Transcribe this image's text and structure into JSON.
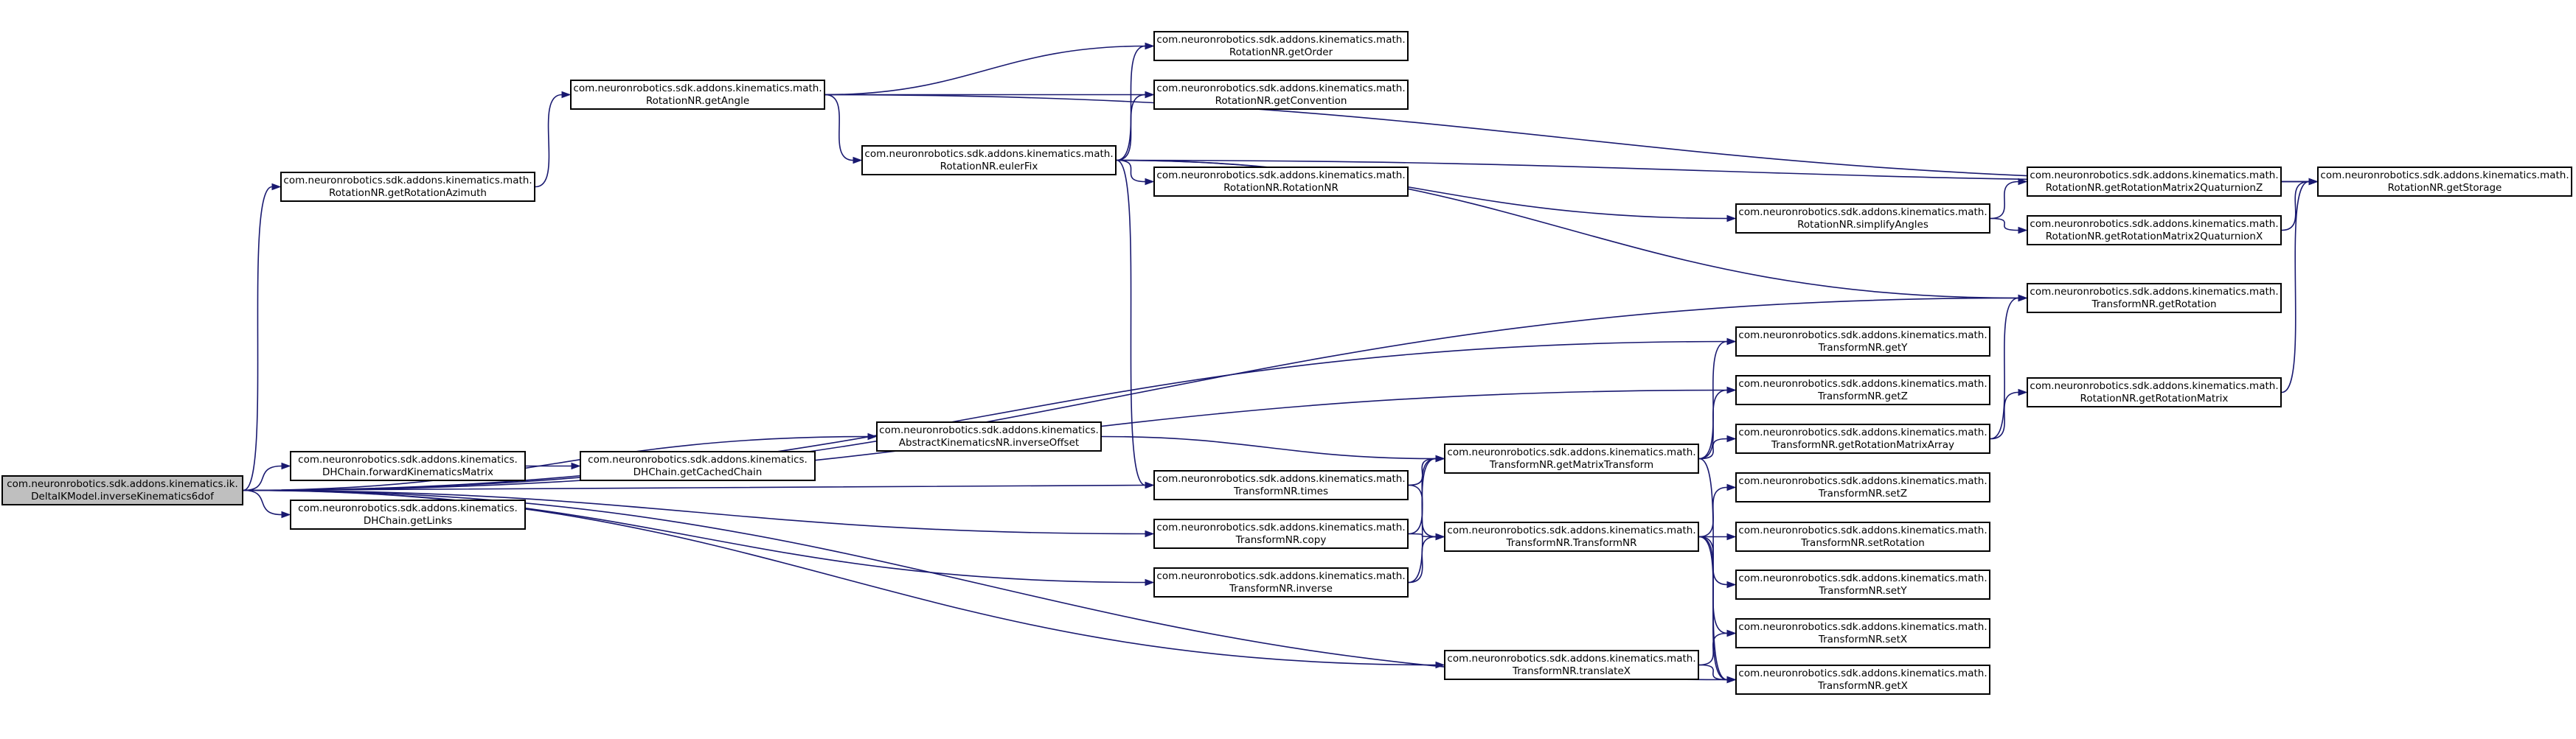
{
  "graph": {
    "edge_color": "#191970",
    "root_fill": "#bfbfbf",
    "node_fill": "#ffffff",
    "nodes": {
      "root": [
        "com.neuronrobotics.sdk.addons.kinematics.ik.",
        "DeltaIKModel.inverseKinematics6dof"
      ],
      "getRotationAzimuth": [
        "com.neuronrobotics.sdk.addons.kinematics.math.",
        "RotationNR.getRotationAzimuth"
      ],
      "getAngle": [
        "com.neuronrobotics.sdk.addons.kinematics.math.",
        "RotationNR.getAngle"
      ],
      "getOrder": [
        "com.neuronrobotics.sdk.addons.kinematics.math.",
        "RotationNR.getOrder"
      ],
      "getConvention": [
        "com.neuronrobotics.sdk.addons.kinematics.math.",
        "RotationNR.getConvention"
      ],
      "eulerFix": [
        "com.neuronrobotics.sdk.addons.kinematics.math.",
        "RotationNR.eulerFix"
      ],
      "rotationNR": [
        "com.neuronrobotics.sdk.addons.kinematics.math.",
        "RotationNR.RotationNR"
      ],
      "simplifyAngles": [
        "com.neuronrobotics.sdk.addons.kinematics.math.",
        "RotationNR.simplifyAngles"
      ],
      "quatZ": [
        "com.neuronrobotics.sdk.addons.kinematics.math.",
        "RotationNR.getRotationMatrix2QuaturnionZ"
      ],
      "quatX": [
        "com.neuronrobotics.sdk.addons.kinematics.math.",
        "RotationNR.getRotationMatrix2QuaturnionX"
      ],
      "getStorage": [
        "com.neuronrobotics.sdk.addons.kinematics.math.",
        "RotationNR.getStorage"
      ],
      "getRotation": [
        "com.neuronrobotics.sdk.addons.kinematics.math.",
        "TransformNR.getRotation"
      ],
      "getY": [
        "com.neuronrobotics.sdk.addons.kinematics.math.",
        "TransformNR.getY"
      ],
      "getZ": [
        "com.neuronrobotics.sdk.addons.kinematics.math.",
        "TransformNR.getZ"
      ],
      "inverseOffset": [
        "com.neuronrobotics.sdk.addons.kinematics.",
        "AbstractKinematicsNR.inverseOffset"
      ],
      "forwardKinematicsMatrix": [
        "com.neuronrobotics.sdk.addons.kinematics.",
        "DHChain.forwardKinematicsMatrix"
      ],
      "getCachedChain": [
        "com.neuronrobotics.sdk.addons.kinematics.",
        "DHChain.getCachedChain"
      ],
      "getLinks": [
        "com.neuronrobotics.sdk.addons.kinematics.",
        "DHChain.getLinks"
      ],
      "getMatrixTransform": [
        "com.neuronrobotics.sdk.addons.kinematics.math.",
        "TransformNR.getMatrixTransform"
      ],
      "getRotationMatrixArray": [
        "com.neuronrobotics.sdk.addons.kinematics.math.",
        "TransformNR.getRotationMatrixArray"
      ],
      "getRotationMatrix": [
        "com.neuronrobotics.sdk.addons.kinematics.math.",
        "RotationNR.getRotationMatrix"
      ],
      "times": [
        "com.neuronrobotics.sdk.addons.kinematics.math.",
        "TransformNR.times"
      ],
      "copy": [
        "com.neuronrobotics.sdk.addons.kinematics.math.",
        "TransformNR.copy"
      ],
      "inverse": [
        "com.neuronrobotics.sdk.addons.kinematics.math.",
        "TransformNR.inverse"
      ],
      "transformNR": [
        "com.neuronrobotics.sdk.addons.kinematics.math.",
        "TransformNR.TransformNR"
      ],
      "setZ": [
        "com.neuronrobotics.sdk.addons.kinematics.math.",
        "TransformNR.setZ"
      ],
      "setRotation": [
        "com.neuronrobotics.sdk.addons.kinematics.math.",
        "TransformNR.setRotation"
      ],
      "setY": [
        "com.neuronrobotics.sdk.addons.kinematics.math.",
        "TransformNR.setY"
      ],
      "setX": [
        "com.neuronrobotics.sdk.addons.kinematics.math.",
        "TransformNR.setX"
      ],
      "translateX": [
        "com.neuronrobotics.sdk.addons.kinematics.math.",
        "TransformNR.translateX"
      ],
      "getX": [
        "com.neuronrobotics.sdk.addons.kinematics.math.",
        "TransformNR.getX"
      ]
    },
    "edges": [
      [
        "root",
        "getRotationAzimuth"
      ],
      [
        "root",
        "getY"
      ],
      [
        "root",
        "getZ"
      ],
      [
        "root",
        "getRotation"
      ],
      [
        "root",
        "inverseOffset"
      ],
      [
        "root",
        "forwardKinematicsMatrix"
      ],
      [
        "root",
        "getLinks"
      ],
      [
        "root",
        "times"
      ],
      [
        "root",
        "copy"
      ],
      [
        "root",
        "inverse"
      ],
      [
        "root",
        "translateX"
      ],
      [
        "root",
        "getX"
      ],
      [
        "getRotationAzimuth",
        "getAngle"
      ],
      [
        "getAngle",
        "getOrder"
      ],
      [
        "getAngle",
        "getConvention"
      ],
      [
        "getAngle",
        "eulerFix"
      ],
      [
        "getAngle",
        "getStorage"
      ],
      [
        "eulerFix",
        "getOrder"
      ],
      [
        "eulerFix",
        "getConvention"
      ],
      [
        "eulerFix",
        "rotationNR"
      ],
      [
        "eulerFix",
        "simplifyAngles"
      ],
      [
        "eulerFix",
        "getStorage"
      ],
      [
        "eulerFix",
        "getRotation"
      ],
      [
        "eulerFix",
        "times"
      ],
      [
        "simplifyAngles",
        "quatZ"
      ],
      [
        "simplifyAngles",
        "quatX"
      ],
      [
        "quatZ",
        "getStorage"
      ],
      [
        "quatX",
        "getStorage"
      ],
      [
        "inverseOffset",
        "getMatrixTransform"
      ],
      [
        "forwardKinematicsMatrix",
        "getCachedChain"
      ],
      [
        "times",
        "getMatrixTransform"
      ],
      [
        "times",
        "transformNR"
      ],
      [
        "copy",
        "getMatrixTransform"
      ],
      [
        "copy",
        "transformNR"
      ],
      [
        "inverse",
        "getMatrixTransform"
      ],
      [
        "inverse",
        "transformNR"
      ],
      [
        "getMatrixTransform",
        "getY"
      ],
      [
        "getMatrixTransform",
        "getZ"
      ],
      [
        "getMatrixTransform",
        "getRotationMatrixArray"
      ],
      [
        "getMatrixTransform",
        "getX"
      ],
      [
        "getRotationMatrixArray",
        "getRotation"
      ],
      [
        "getRotationMatrixArray",
        "getRotationMatrix"
      ],
      [
        "getRotationMatrix",
        "getStorage"
      ],
      [
        "transformNR",
        "setZ"
      ],
      [
        "transformNR",
        "setRotation"
      ],
      [
        "transformNR",
        "setY"
      ],
      [
        "transformNR",
        "setX"
      ],
      [
        "transformNR",
        "getX"
      ],
      [
        "translateX",
        "setX"
      ],
      [
        "translateX",
        "getX"
      ]
    ]
  }
}
